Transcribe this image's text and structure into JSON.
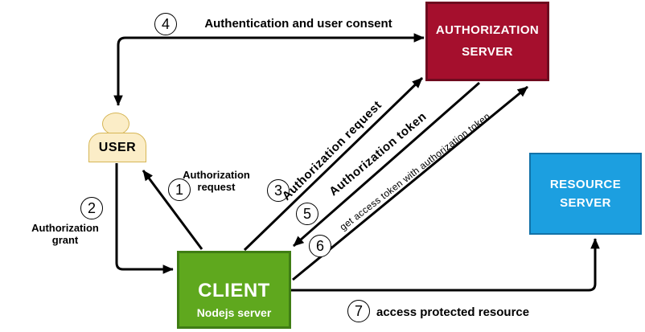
{
  "nodes": {
    "user": {
      "label": "USER",
      "fill": "#FBEDC7",
      "border": "#D6B656"
    },
    "authorization_server": {
      "title_line1": "AUTHORIZATION",
      "title_line2": "SERVER",
      "fill": "#A50F2D",
      "border": "#6E0A1F",
      "text_color": "#FFFFFF"
    },
    "resource_server": {
      "title_line1": "RESOURCE",
      "title_line2": "SERVER",
      "fill": "#1C9FE0",
      "border": "#1272A8",
      "text_color": "#FFFFFF"
    },
    "client": {
      "title": "CLIENT",
      "subtitle": "Nodejs server",
      "fill": "#5FA81E",
      "border": "#3F7D14",
      "text_color": "#FFFFFF"
    }
  },
  "steps": {
    "step1": {
      "number": "1",
      "label_line1": "Authorization",
      "label_line2": "request",
      "from": "CLIENT",
      "to": "USER"
    },
    "step2": {
      "number": "2",
      "label_line1": "Authorization",
      "label_line2": "grant",
      "from": "USER",
      "to": "CLIENT"
    },
    "step3": {
      "number": "3",
      "label": "Authorization request",
      "from": "CLIENT",
      "to": "AUTHORIZATION SERVER"
    },
    "step4": {
      "number": "4",
      "label": "Authentication and user consent",
      "from": "USER",
      "to": "AUTHORIZATION SERVER"
    },
    "step5": {
      "number": "5",
      "label": "Authorization token",
      "from": "AUTHORIZATION SERVER",
      "to": "CLIENT"
    },
    "step6": {
      "number": "6",
      "label": "get access token with authorization token",
      "from": "CLIENT",
      "to": "AUTHORIZATION SERVER"
    },
    "step7": {
      "number": "7",
      "label": "access protected resource",
      "from": "CLIENT",
      "to": "RESOURCE SERVER"
    }
  },
  "colors": {
    "background": "#FFFFFF",
    "arrow": "#000000"
  }
}
